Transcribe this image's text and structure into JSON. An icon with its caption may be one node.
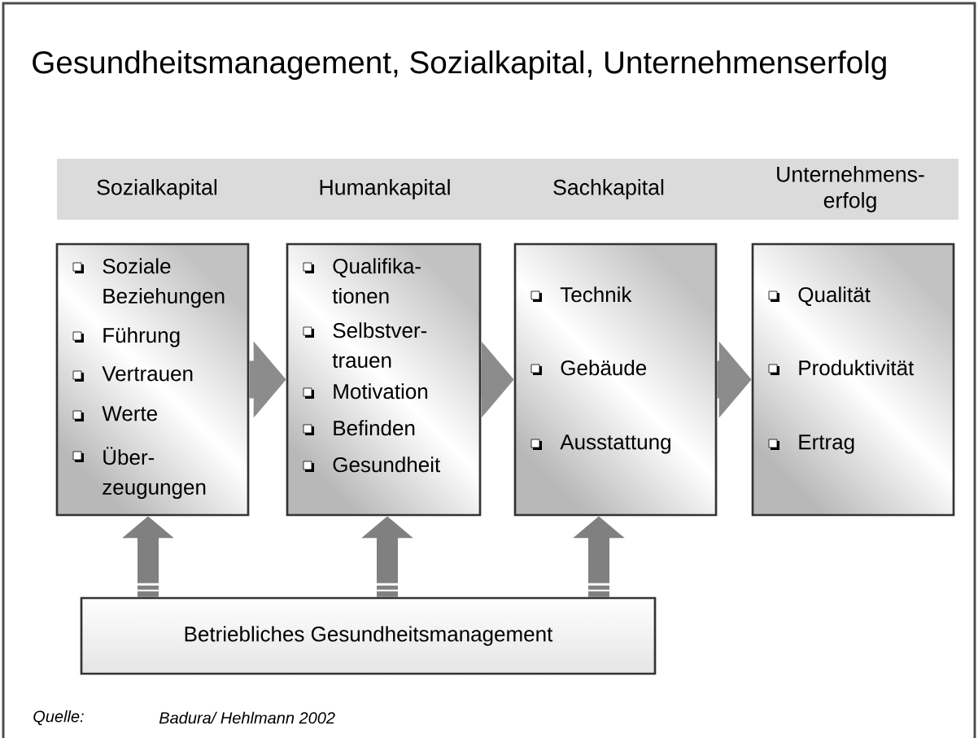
{
  "diagram": {
    "title": "Gesundheitsmanagement, Sozialkapital, Unternehmenserfolg",
    "nodes": [
      {
        "text": [
          "Sozialkapital",
          "Humankapital",
          "Sachkapital",
          "Unternehmens- erfolg"
        ]
      },
      {
        "text": [
          "Soziale Beziehungen",
          "Führung",
          "Vertrauen",
          "Werte",
          "Über- zeugungen"
        ]
      },
      {
        "text": [
          "Qualifika- tionen",
          "Selbstver- trauen",
          "Motivation",
          "Befinden",
          "Gesundheit"
        ]
      },
      {
        "text": [
          "Technik",
          "Gebäude",
          "Ausstattung"
        ]
      },
      {
        "text": [
          "Qualität",
          "Produktivität",
          "Ertrag"
        ]
      },
      {
        "text": [
          "Betriebliches Gesundheitsmanagement"
        ]
      }
    ],
    "edges": [
      {
        "from": 1,
        "to": 2,
        "arrow": "to"
      },
      {
        "from": 2,
        "to": 3,
        "arrow": "to"
      },
      {
        "from": 3,
        "to": 4,
        "arrow": "to"
      },
      {
        "from": 5,
        "to": 1,
        "arrow": "to"
      },
      {
        "from": 5,
        "to": 2,
        "arrow": "to"
      },
      {
        "from": 5,
        "to": 3,
        "arrow": "to"
      }
    ],
    "labels": [
      "Quelle:",
      "Badura/ Hehlmann 2002"
    ]
  }
}
